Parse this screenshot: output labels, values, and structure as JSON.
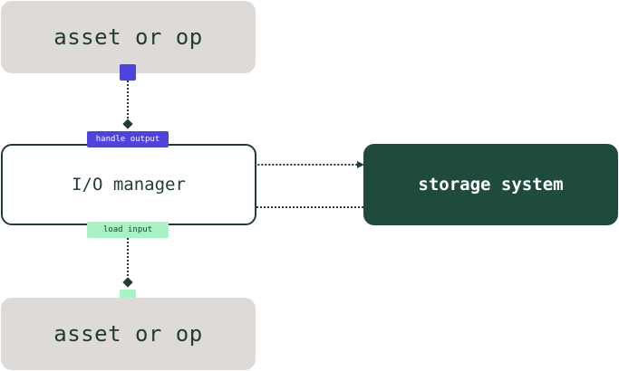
{
  "nodes": {
    "asset_top": "asset or op",
    "io_manager": "I/O manager",
    "storage_system": "storage system",
    "asset_bottom": "asset or op"
  },
  "tags": {
    "handle_output": "handle output",
    "load_input": "load input"
  },
  "colors": {
    "asset_fill": "#dedad7",
    "storage_fill": "#1f4a3e",
    "handle_output": "#4f43dd",
    "load_input": "#a7f3c4",
    "text_dark": "#1f3d34"
  }
}
